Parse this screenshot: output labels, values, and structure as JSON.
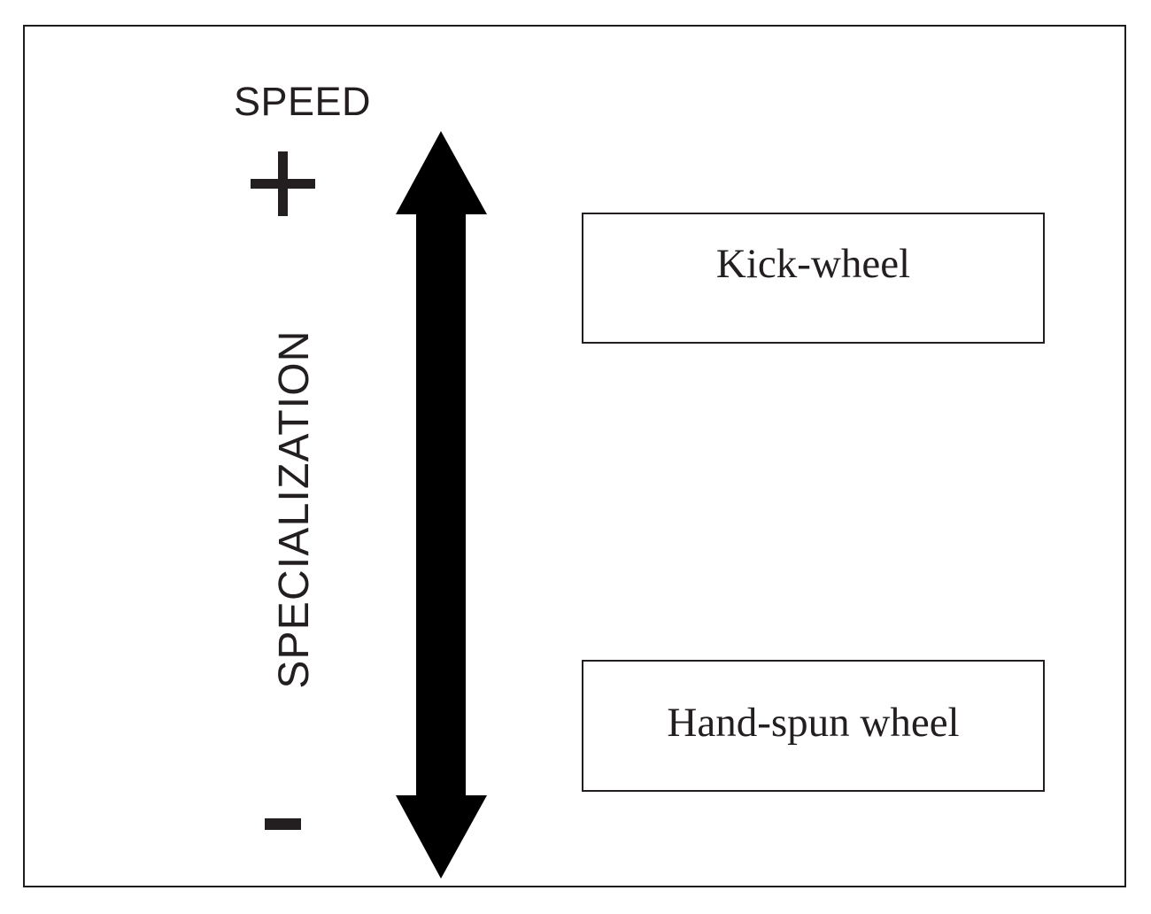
{
  "diagram": {
    "type": "axis-continuum",
    "frame": {
      "border_color": "#1d1d1d"
    },
    "axis": {
      "name": "SPECIALIZATION",
      "secondary_name": "SPEED",
      "high_end_symbol": "+",
      "low_end_symbol": "–",
      "orientation": "vertical",
      "arrow": {
        "style": "double-headed",
        "color": "#000000",
        "direction_top": "up",
        "direction_bottom": "down"
      }
    },
    "items": [
      {
        "label": "Kick-wheel",
        "position": "high",
        "box_border_color": "#231f20"
      },
      {
        "label": "Hand-spun wheel",
        "position": "low",
        "box_border_color": "#231f20"
      }
    ]
  }
}
